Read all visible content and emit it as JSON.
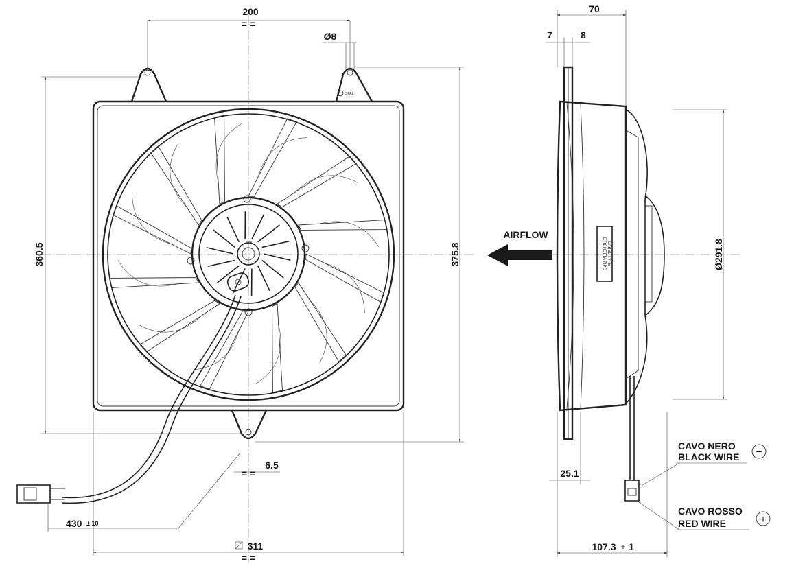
{
  "dimensions": {
    "top_mount_spacing": "200",
    "hole_diameter": "Ø8",
    "height_holes": "360.5",
    "height_overall": "375.8",
    "bottom_offset": "6.5",
    "cable_length": "430",
    "cable_tolerance": "± 10",
    "shroud_width": "311",
    "depth_overall": "70",
    "flange_left": "7",
    "flange_right": "8",
    "fan_diameter": "Ø291.8",
    "shroud_depth": "25.1",
    "total_depth": "107.3",
    "total_depth_tolerance": "1"
  },
  "labels": {
    "airflow": "AIRFLOW",
    "black_wire_it": "CAVO NERO",
    "black_wire_en": "BLACK WIRE",
    "red_wire_it": "CAVO ROSSO",
    "red_wire_en": "RED WIRE",
    "minus_symbol": "−",
    "plus_symbol": "+",
    "sticker_line1": "ETICHETTA TIPO",
    "sticker_line2": "LABEL TYPE",
    "brand_mark": "SPAL"
  }
}
